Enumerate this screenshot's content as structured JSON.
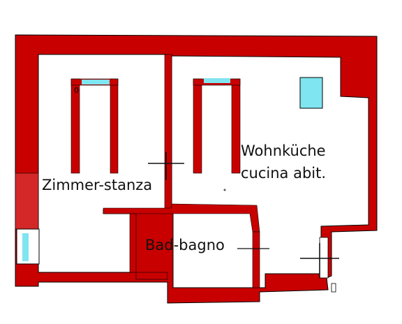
{
  "rooms": {
    "zimmer": {
      "label": "Zimmer-stanza"
    },
    "wohnkueche": {
      "label_line1": "Wohnküche",
      "label_line2": "cucina abit."
    },
    "bad": {
      "label": "Bad-bagno"
    }
  },
  "colors": {
    "wall": "#c80000",
    "wall_dark": "#b30000",
    "window": "#7fe5f0",
    "line": "#111111",
    "background": "#ffffff"
  }
}
